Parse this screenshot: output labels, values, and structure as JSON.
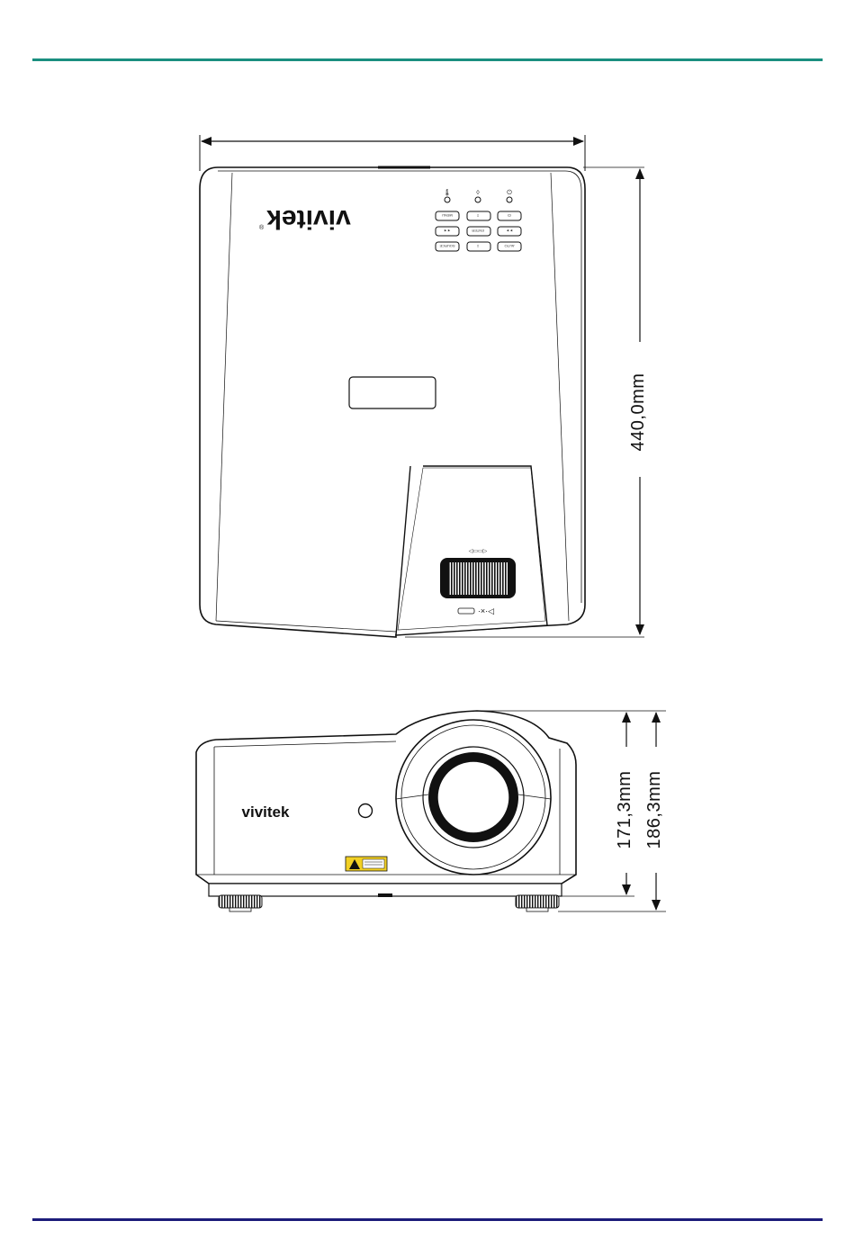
{
  "brand": {
    "logo_text": "vivitek",
    "registered_mark": "®"
  },
  "dimensions": {
    "depth": "440,0mm",
    "height_body": "171,3mm",
    "height_with_feet": "186,3mm"
  },
  "control_panel": {
    "buttons": [
      "MENU",
      "⇧",
      "☊",
      "◄◄",
      "ENTER",
      "►►",
      "SOURCE",
      "⇩",
      "AUTO"
    ]
  },
  "colors": {
    "top_rule": "#1a8f80",
    "bottom_rule": "#1c1c7a",
    "laser_label": "#f2d024"
  }
}
